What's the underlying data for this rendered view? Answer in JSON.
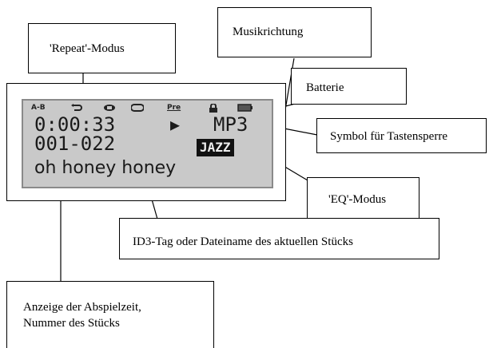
{
  "labels": {
    "repeat_mode": "'Repeat'-Modus",
    "genre": "Musikrichtung",
    "battery": "Batterie",
    "key_lock_symbol": "Symbol für Tastensperre",
    "eq_mode": "'EQ'-Modus",
    "id3_tag": "ID3-Tag oder Dateiname des aktuellen Stücks",
    "playtime_line1": "Anzeige der Abspielzeit,",
    "playtime_line2": "Nummer des Stücks"
  },
  "display": {
    "indicator_ab": "A-B",
    "indicator_pre": "Pre",
    "time": "0:00:33",
    "play_symbol": "▶",
    "format": "MP3",
    "track": "001-022",
    "eq": "JAZZ",
    "song": "oh honey honey"
  },
  "icons": {
    "repeat": "repeat-icon",
    "shuffle": "shuffle-icon",
    "repeat_one": "repeat-one-icon",
    "lock": "lock-icon",
    "battery": "battery-icon"
  }
}
